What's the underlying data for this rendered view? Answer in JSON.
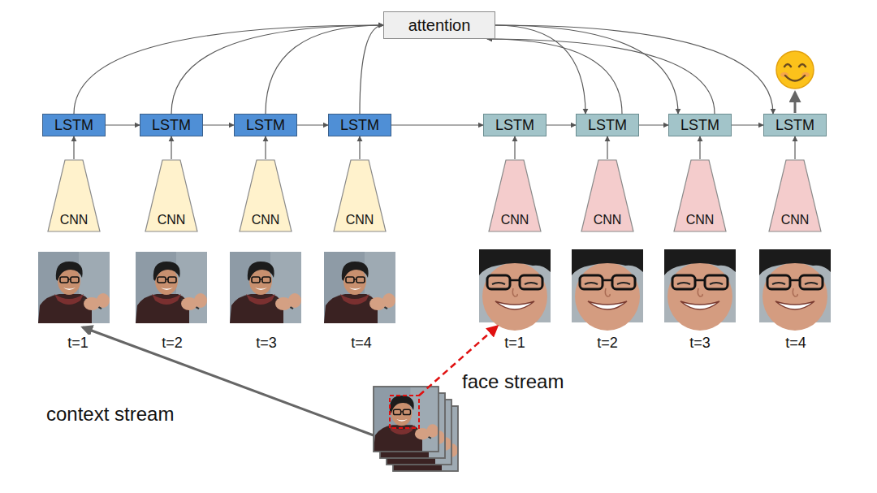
{
  "diagram": {
    "nodes": [
      {
        "text": [
          "attention"
        ]
      },
      {
        "text": [
          "LSTM"
        ]
      },
      {
        "text": [
          "LSTM"
        ]
      },
      {
        "text": [
          "LSTM"
        ]
      },
      {
        "text": [
          "LSTM"
        ]
      },
      {
        "text": [
          "LSTM"
        ]
      },
      {
        "text": [
          "LSTM"
        ]
      },
      {
        "text": [
          "LSTM"
        ]
      },
      {
        "text": [
          "LSTM"
        ]
      },
      {
        "text": [
          "CNN"
        ]
      },
      {
        "text": [
          "CNN"
        ]
      },
      {
        "text": [
          "CNN"
        ]
      },
      {
        "text": [
          "CNN"
        ]
      },
      {
        "text": [
          "CNN"
        ]
      },
      {
        "text": [
          "CNN"
        ]
      },
      {
        "text": [
          "CNN"
        ]
      },
      {
        "text": [
          "CNN"
        ]
      }
    ],
    "edges": [
      {
        "from": 1,
        "to": 2,
        "arrow": "to"
      },
      {
        "from": 2,
        "to": 3,
        "arrow": "to"
      },
      {
        "from": 3,
        "to": 4,
        "arrow": "to"
      },
      {
        "from": 4,
        "to": 5,
        "arrow": "to"
      },
      {
        "from": 5,
        "to": 6,
        "arrow": "to"
      },
      {
        "from": 6,
        "to": 7,
        "arrow": "to"
      },
      {
        "from": 7,
        "to": 8,
        "arrow": "to"
      },
      {
        "from": 9,
        "to": 1,
        "arrow": "to"
      },
      {
        "from": 10,
        "to": 2,
        "arrow": "to"
      },
      {
        "from": 11,
        "to": 3,
        "arrow": "to"
      },
      {
        "from": 12,
        "to": 4,
        "arrow": "to"
      },
      {
        "from": 13,
        "to": 5,
        "arrow": "to"
      },
      {
        "from": 14,
        "to": 6,
        "arrow": "to"
      },
      {
        "from": 15,
        "to": 7,
        "arrow": "to"
      },
      {
        "from": 16,
        "to": 8,
        "arrow": "to"
      },
      {
        "from": 1,
        "to": 0,
        "arrow": "to"
      },
      {
        "from": 2,
        "to": 0,
        "arrow": "to"
      },
      {
        "from": 3,
        "to": 0,
        "arrow": "to"
      },
      {
        "from": 4,
        "to": 0,
        "arrow": "to"
      },
      {
        "from": 0,
        "to": 6,
        "arrow": "to"
      },
      {
        "from": 0,
        "to": 7,
        "arrow": "to"
      },
      {
        "from": 0,
        "to": 8,
        "arrow": "to"
      },
      {
        "from": 6,
        "to": 0,
        "arrow": "to"
      },
      {
        "from": 7,
        "to": 0,
        "arrow": "to"
      }
    ],
    "labels": [
      "t=1",
      "t=2",
      "t=3",
      "t=4",
      "t=1",
      "t=2",
      "t=3",
      "t=4",
      "face stream",
      "context stream"
    ]
  }
}
